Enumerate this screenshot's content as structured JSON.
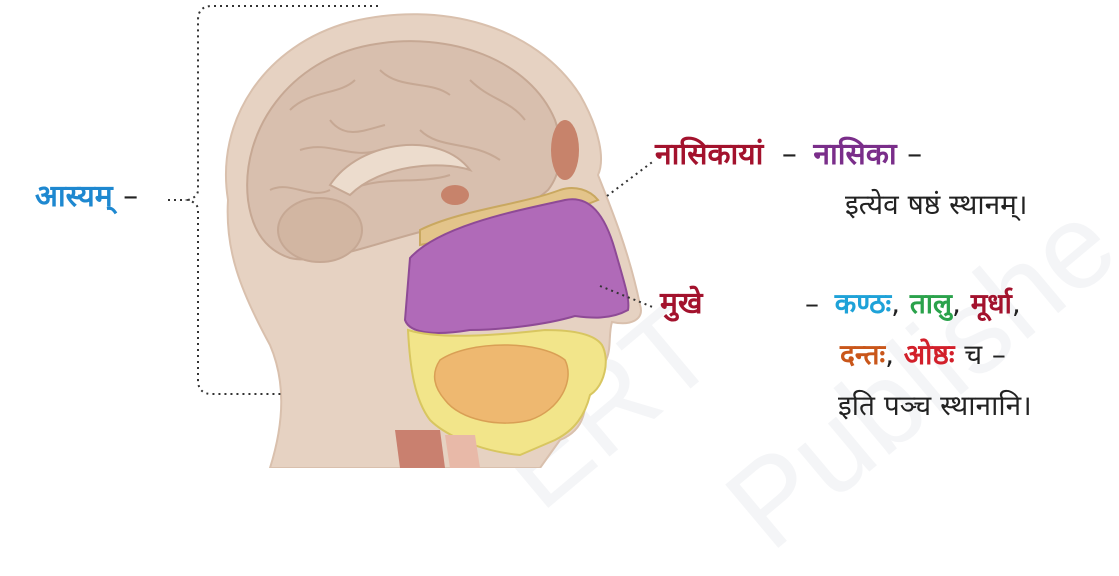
{
  "colors": {
    "blue": "#1e88d0",
    "maroon": "#a3122d",
    "cyan": "#1ea2d8",
    "green": "#2aa24b",
    "purple": "#7a2e8a",
    "orange": "#c9561a",
    "red": "#d21f2a",
    "nasal_cavity": "#b06ab8",
    "mouth": "#f2e58a",
    "skin": "#e6d2c2"
  },
  "labels": {
    "aasyam": "आस्यम्",
    "nasikayam": "नासिकायां",
    "nasika": "नासिका",
    "mukhe": "मुखे",
    "dash": "–"
  },
  "nasal_text": {
    "line2": "इत्येव षष्ठं स्थानम्।"
  },
  "mouth_text": {
    "kantha": "कण्ठः",
    "talu": "तालु",
    "murdha": "मूर्धा",
    "danta": "दन्तः",
    "oshtha": "ओष्ठः",
    "cha": "च",
    "line3": "इति पञ्च स्थानानि।",
    "comma": ","
  },
  "watermark": {
    "left": "ERT",
    "right": "Publishe"
  }
}
